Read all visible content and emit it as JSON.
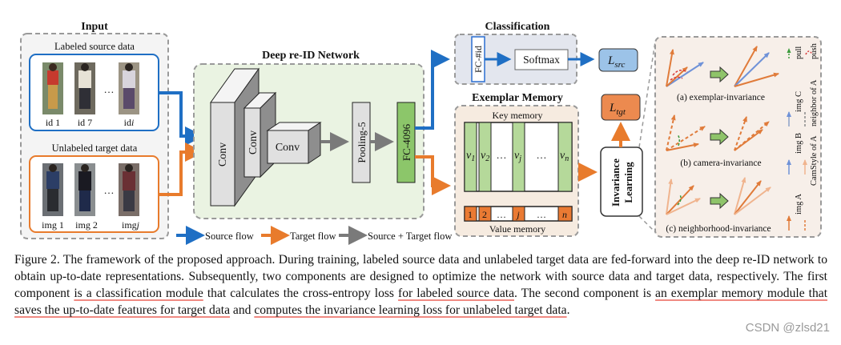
{
  "input": {
    "title": "Input",
    "labeled_title": "Labeled source data",
    "labeled_ids": [
      "id 1",
      "id 7",
      "…",
      "id"
    ],
    "labeled_last_var": "i",
    "unlabeled_title": "Unlabeled target data",
    "unlabeled_imgs": [
      "img 1",
      "img 2",
      "…",
      "img"
    ],
    "unlabeled_last_var": "j",
    "ellipsis": "…"
  },
  "network": {
    "title": "Deep re-ID Network",
    "conv1": "Conv",
    "conv2": "Conv",
    "conv3": "Conv",
    "pool": "Pooling-5",
    "fc": "FC-4096"
  },
  "classification": {
    "title": "Classification",
    "fc": "FC-#id",
    "softmax": "Softmax",
    "loss_base": "L",
    "loss_sub": "src"
  },
  "memory": {
    "title": "Exemplar Memory",
    "key_label": "Key memory",
    "value_label": "Value memory",
    "keys": [
      {
        "base": "v",
        "sub": "1"
      },
      {
        "base": "v",
        "sub": "2"
      },
      {
        "base": "…",
        "sub": ""
      },
      {
        "base": "v",
        "sub": "j"
      },
      {
        "base": "…",
        "sub": ""
      },
      {
        "base": "v",
        "sub": "n"
      }
    ],
    "values": [
      "1",
      "2",
      "…",
      "j",
      "…",
      "n"
    ]
  },
  "invariance": {
    "line1": "Invariance",
    "line2": "Learning",
    "loss_base": "L",
    "loss_sub": "tgt",
    "panel_a": "(a) exemplar-invariance",
    "panel_b": "(b) camera-invariance",
    "panel_c": "(c) neighborhood-invariance",
    "legend": {
      "pull": "pull",
      "push": "push",
      "img_c": "img C",
      "neighbor": "neighbor of A",
      "img_b": "img B",
      "camstyle": "CamStyle of A",
      "img_a": "img A"
    }
  },
  "flows": {
    "source": "Source flow",
    "target": "Target flow",
    "both": "Source + Target flow"
  },
  "colors": {
    "source": "#1f6fc4",
    "target": "#e87b2c",
    "both": "#7a7a7a",
    "memory_green": "#b5d99a",
    "memory_orange": "#ea7a33",
    "network_bg": "#eaf3e2",
    "class_bg": "#e3e6ee",
    "mem_bg": "#f6ebe0",
    "src_loss": "#9cc3e8",
    "tgt_loss": "#ec8a4f"
  },
  "caption": {
    "p1": "Figure 2. The framework of the proposed approach. During training, labeled source data and unlabeled target data are fed-forward into the deep re-ID network to obtain up-to-date representations. Subsequently, two components are designed to optimize the network with source data and target data, respectively. The first component ",
    "u1": "is a classification module",
    "p2": " that calculates the cross-entropy loss ",
    "u2": "for labeled source data",
    "p3": ". The second component is ",
    "u3": "an exemplar memory module that saves the up-to-date features for target data",
    "p4": " and ",
    "u4": "computes the invariance learning loss for unlabeled target data",
    "p5": "."
  },
  "watermark": "CSDN @zlsd21"
}
